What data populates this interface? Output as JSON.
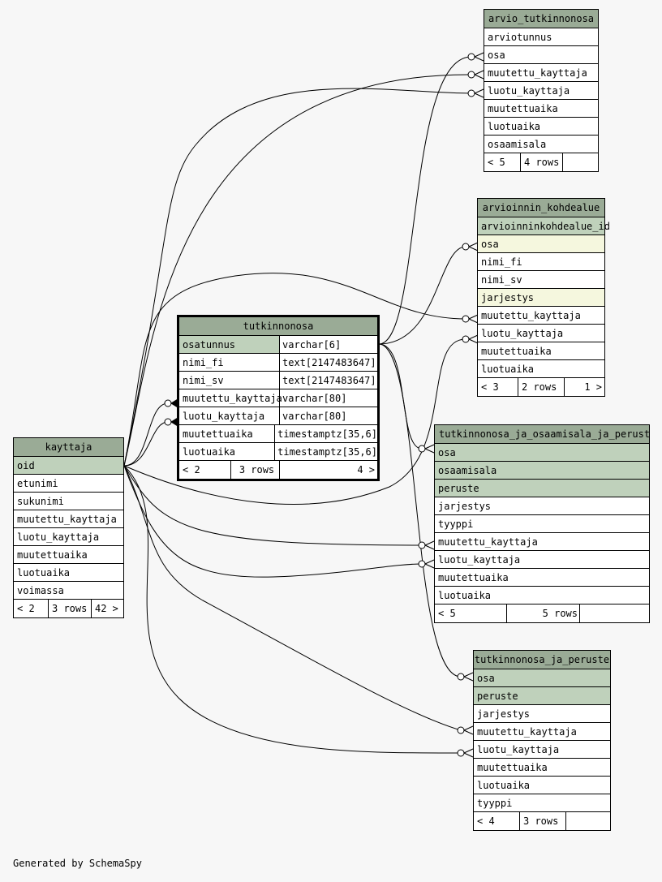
{
  "footer_text": "Generated by SchemaSpy",
  "tables": {
    "arvio_tutkinnonosa": {
      "name": "arvio_tutkinnonosa",
      "columns": [
        "arviotunnus",
        "osa",
        "muutettu_kayttaja",
        "luotu_kayttaja",
        "muutettuaika",
        "luotuaika",
        "osaamisala"
      ],
      "footer": [
        "< 5",
        "4 rows",
        ""
      ]
    },
    "arvioinnin_kohdealue": {
      "name": "arvioinnin_kohdealue",
      "columns": [
        "arvioinninkohdealue_id",
        "osa",
        "nimi_fi",
        "nimi_sv",
        "jarjestys",
        "muutettu_kayttaja",
        "luotu_kayttaja",
        "muutettuaika",
        "luotuaika"
      ],
      "footer": [
        "< 3",
        "2 rows",
        "1 >"
      ]
    },
    "tutkinnonosa": {
      "name": "tutkinnonosa",
      "columns": [
        {
          "name": "osatunnus",
          "type": "varchar[6]"
        },
        {
          "name": "nimi_fi",
          "type": "text[2147483647]"
        },
        {
          "name": "nimi_sv",
          "type": "text[2147483647]"
        },
        {
          "name": "muutettu_kayttaja",
          "type": "varchar[80]"
        },
        {
          "name": "luotu_kayttaja",
          "type": "varchar[80]"
        },
        {
          "name": "muutettuaika",
          "type": "timestamptz[35,6]"
        },
        {
          "name": "luotuaika",
          "type": "timestamptz[35,6]"
        }
      ],
      "footer": [
        "< 2",
        "3 rows",
        "4 >"
      ]
    },
    "kayttaja": {
      "name": "kayttaja",
      "columns": [
        "oid",
        "etunimi",
        "sukunimi",
        "muutettu_kayttaja",
        "luotu_kayttaja",
        "muutettuaika",
        "luotuaika",
        "voimassa"
      ],
      "footer": [
        "< 2",
        "3 rows",
        "42 >"
      ]
    },
    "tutkinnonosa_ja_osaamisala_ja_peruste": {
      "name": "tutkinnonosa_ja_osaamisala_ja_peruste",
      "columns": [
        "osa",
        "osaamisala",
        "peruste",
        "jarjestys",
        "tyyppi",
        "muutettu_kayttaja",
        "luotu_kayttaja",
        "muutettuaika",
        "luotuaika"
      ],
      "footer": [
        "< 5",
        "5 rows",
        ""
      ]
    },
    "tutkinnonosa_ja_peruste": {
      "name": "tutkinnonosa_ja_peruste",
      "columns": [
        "osa",
        "peruste",
        "jarjestys",
        "muutettu_kayttaja",
        "luotu_kayttaja",
        "muutettuaika",
        "luotuaika",
        "tyyppi"
      ],
      "footer": [
        "< 4",
        "3 rows",
        ""
      ]
    }
  }
}
